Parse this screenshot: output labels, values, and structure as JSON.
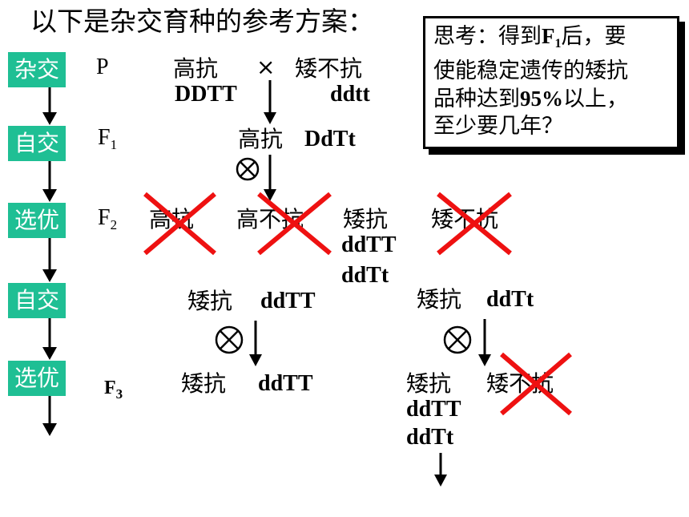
{
  "title": "以下是杂交育种的参考方案：",
  "steps": [
    "杂交",
    "自交",
    "选优",
    "自交",
    "选优"
  ],
  "generations": {
    "p": "P",
    "f1": "F",
    "f1_sub": "1",
    "f2": "F",
    "f2_sub": "2",
    "f3": "F",
    "f3_sub": "3"
  },
  "cross": {
    "parent1": "高抗",
    "parent1_genotype": "DDTT",
    "cross_sign": "×",
    "parent2": "矮不抗",
    "parent2_genotype": "ddtt"
  },
  "f1": {
    "phenotype": "高抗",
    "genotype": "DdTt"
  },
  "f2": {
    "pheno1": "高抗",
    "pheno2": "高不抗",
    "pheno3": "矮抗",
    "pheno3_g1": "ddTT",
    "pheno3_g2": "ddTt",
    "pheno4": "矮不抗"
  },
  "self_left": {
    "phenotype": "矮抗",
    "genotype": "ddTT"
  },
  "self_right": {
    "phenotype": "矮抗",
    "genotype": "ddTt"
  },
  "f3_left": {
    "phenotype": "矮抗",
    "genotype": "ddTT"
  },
  "f3_right": {
    "phenotype": "矮抗",
    "g1": "ddTT",
    "g2": "ddTt",
    "eliminated": "矮不抗"
  },
  "think": {
    "line1a": "思考：得到",
    "line1b": "F",
    "line1sub": "1",
    "line1c": "后，要",
    "line2": "使能稳定遗传的矮抗",
    "line3a": "品种达到",
    "line3b": "95%",
    "line3c": "以上，",
    "line4": "至少要几年？"
  },
  "colors": {
    "step_bg": "#1fbf94",
    "cross_mark": "#ee1111"
  }
}
